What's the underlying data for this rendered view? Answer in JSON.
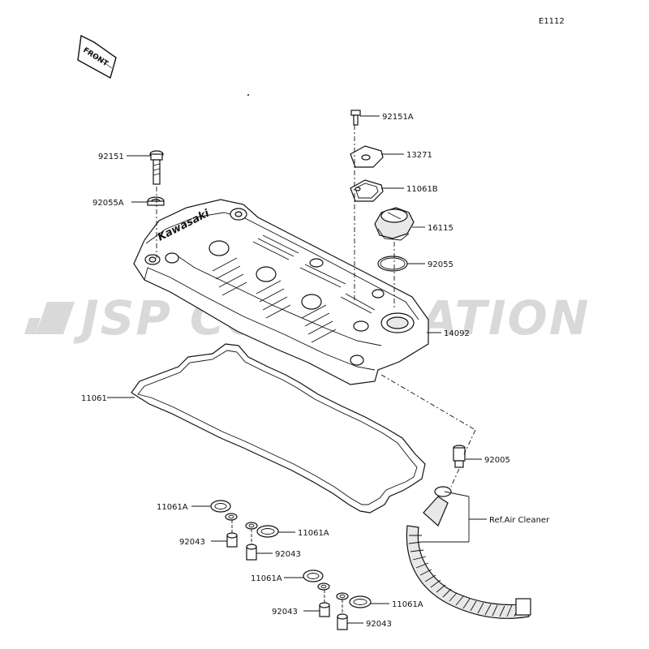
{
  "diagram_code": "E1112",
  "front_arrow_text": "FRONT",
  "brand_text": "Kawasaki",
  "watermark": "JSP CORPORATION",
  "ref_note": "Ref.Air Cleaner",
  "labels": {
    "bolt_top": "92151A",
    "cap_plate": "13271",
    "gasket_b": "11061B",
    "filler_cap": "16115",
    "o_ring": "92055",
    "cover": "14092",
    "bolt_left": "92151",
    "washer_left": "92055A",
    "gasket_main": "11061",
    "fitting": "92005",
    "gasket_a1": "11061A",
    "gasket_a2": "11061A",
    "gasket_a3": "11061A",
    "gasket_a4": "11061A",
    "collar_1": "92043",
    "collar_2": "92043",
    "collar_3": "92043",
    "collar_4": "92043"
  }
}
